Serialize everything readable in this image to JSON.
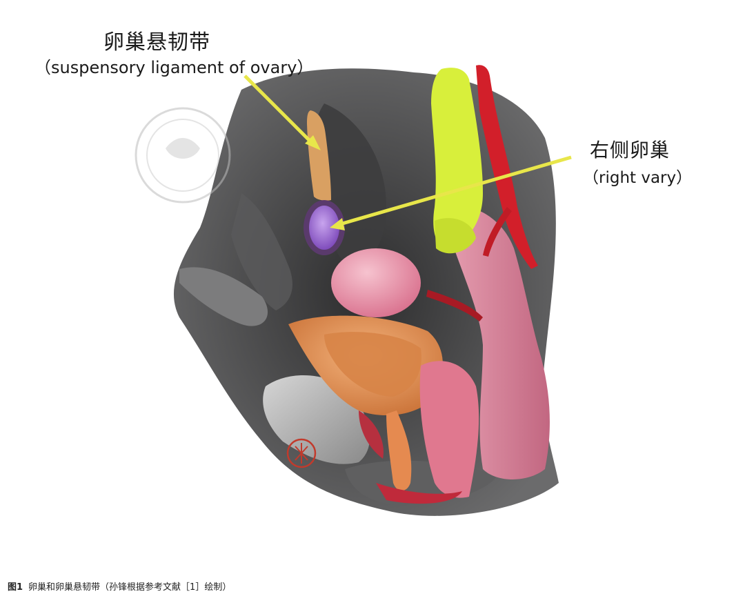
{
  "labels": {
    "suspensory_ligament_cn": "卵巢悬韧带",
    "suspensory_ligament_en": "（suspensory ligament of ovary）",
    "right_ovary_cn": "右侧卵巢",
    "right_ovary_en": "（right vary）"
  },
  "caption": {
    "number": "图1",
    "text": "卵巢和卵巢悬韧带（孙锋根据参考文献［1］绘制）"
  },
  "colors": {
    "arrow": "#e8e64a",
    "ovary": "#9b6fd0",
    "ligament": "#d9a062",
    "uterus": "#e98ca6",
    "bladder": "#e2935a",
    "artery": "#d21f2a",
    "ureter_yellow": "#d8ef3b",
    "tissue_gray": "#4f4f50"
  }
}
